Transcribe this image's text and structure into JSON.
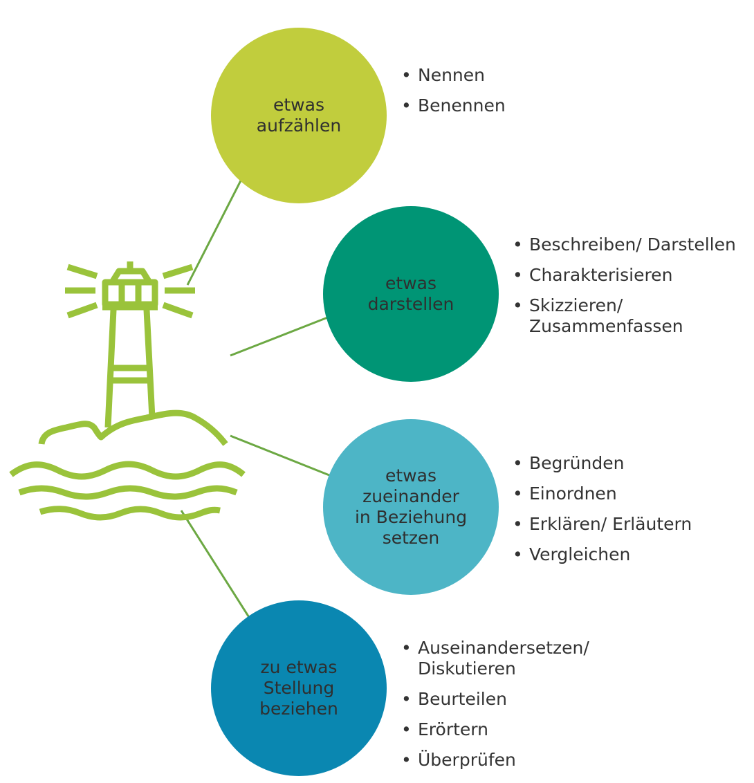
{
  "colors": {
    "lime": "#C1CD3D",
    "green": "#009575",
    "turquoise": "#4DB5C6",
    "petrol": "#0A87B1",
    "lighthouse": "#9AC33B",
    "connector": "#6CA843"
  },
  "icon": "lighthouse-icon",
  "nodes": [
    {
      "label": [
        "etwas",
        "aufzählen"
      ],
      "items": [
        [
          "Nennen"
        ],
        [
          "Benennen"
        ]
      ]
    },
    {
      "label": [
        "etwas",
        "darstellen"
      ],
      "items": [
        [
          "Beschreiben/ Darstellen"
        ],
        [
          "Charakterisieren"
        ],
        [
          "Skizzieren/",
          "Zusammenfassen"
        ]
      ]
    },
    {
      "label": [
        "etwas",
        "zueinander",
        "in Beziehung",
        "setzen"
      ],
      "items": [
        [
          "Begründen"
        ],
        [
          "Einordnen"
        ],
        [
          "Erklären/ Erläutern"
        ],
        [
          "Vergleichen"
        ]
      ]
    },
    {
      "label": [
        "zu etwas",
        "Stellung",
        "beziehen"
      ],
      "items": [
        [
          "Auseinandersetzen/",
          "Diskutieren"
        ],
        [
          "Beurteilen"
        ],
        [
          "Erörtern"
        ],
        [
          "Überprüfen"
        ]
      ]
    }
  ]
}
